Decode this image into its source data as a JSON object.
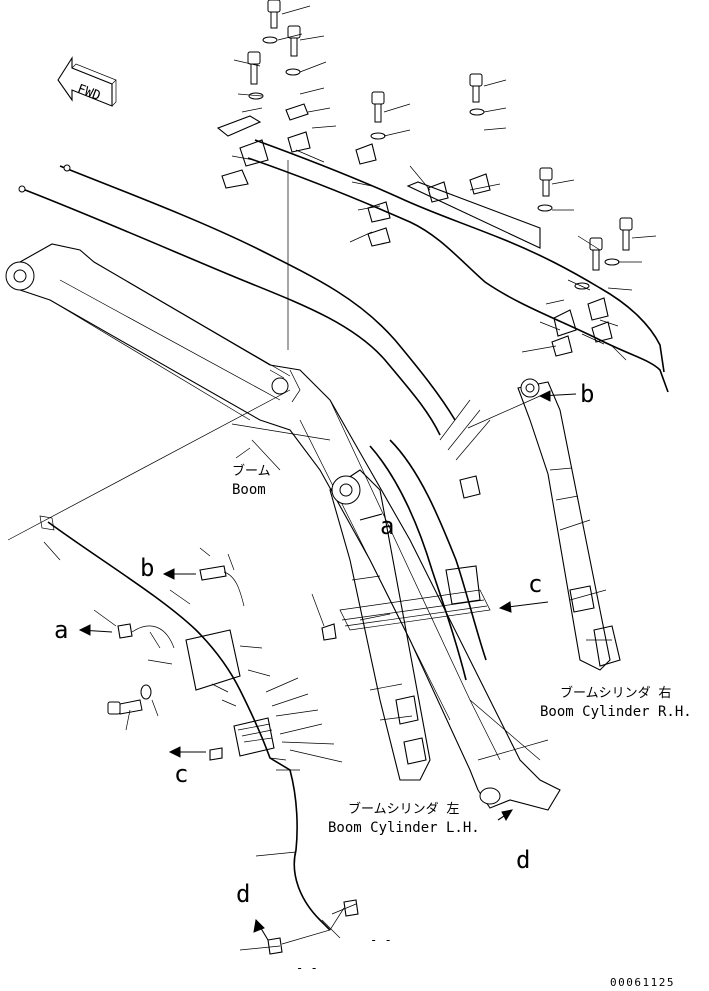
{
  "labels": {
    "fwd": "FWD",
    "boom_jp": "ブーム",
    "boom_en": "Boom",
    "cyl_rh_jp": "ブームシリンダ 右",
    "cyl_rh_en": "Boom Cylinder R.H.",
    "cyl_lh_jp": "ブームシリンダ 左",
    "cyl_lh_en": "Boom Cylinder L.H.",
    "drawing_no": "00061125"
  },
  "refs": {
    "a": "a",
    "b": "b",
    "c": "c",
    "d": "d"
  },
  "dashes": {
    "dash1": "- -",
    "dash2": "- -"
  }
}
